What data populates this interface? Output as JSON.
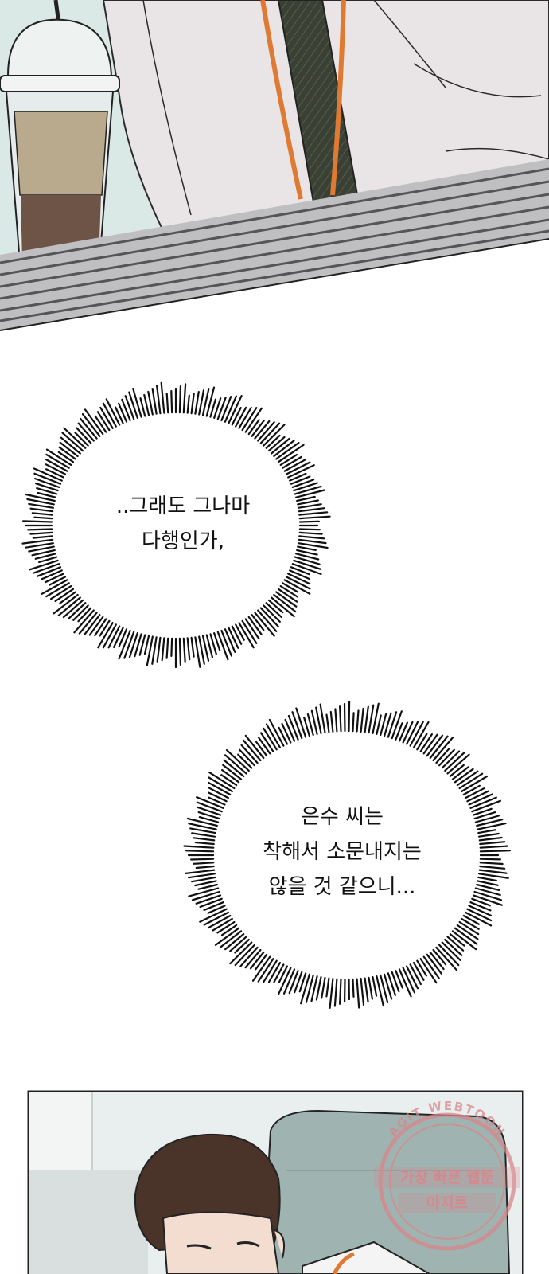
{
  "colors": {
    "background": "#ffffff",
    "shirt": "#e9e4e5",
    "counter": "#8c8c8e",
    "coffee": "#6e5447",
    "lanyard": "#e07a32",
    "tie": "#3a4134",
    "hair": "#4a342a",
    "chair": "#9fb3b1",
    "stamp": "#d9868c"
  },
  "panels": {
    "top": {
      "name": "office-desk-panel"
    },
    "bottom": {
      "name": "man-in-chair-panel"
    }
  },
  "bubbles": [
    {
      "lines": [
        "..그래도 그나마",
        "다행인가,"
      ]
    },
    {
      "lines": [
        "은수 씨는",
        "착해서 소문내지는",
        "않을 것 같으니..."
      ]
    }
  ],
  "watermark": {
    "arc_text": "AGIT WEBTOON",
    "line1": "가장 빠른 웹툰",
    "line2": "아지트"
  }
}
